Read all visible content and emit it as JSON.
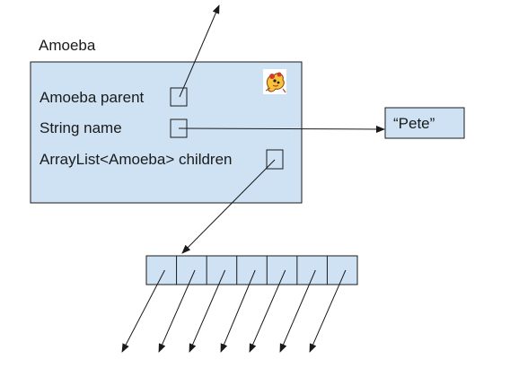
{
  "object": {
    "class_label": "Amoeba",
    "fields": [
      {
        "label": "Amoeba parent"
      },
      {
        "label": "String name"
      },
      {
        "label": "ArrayList<Amoeba> children"
      }
    ],
    "icon": "amoeba-cartoon-icon"
  },
  "string_value": "“Pete”",
  "array": {
    "cell_count": 7
  },
  "colors": {
    "box_fill": "#cfe2f3",
    "stroke": "#1a1a1a"
  }
}
